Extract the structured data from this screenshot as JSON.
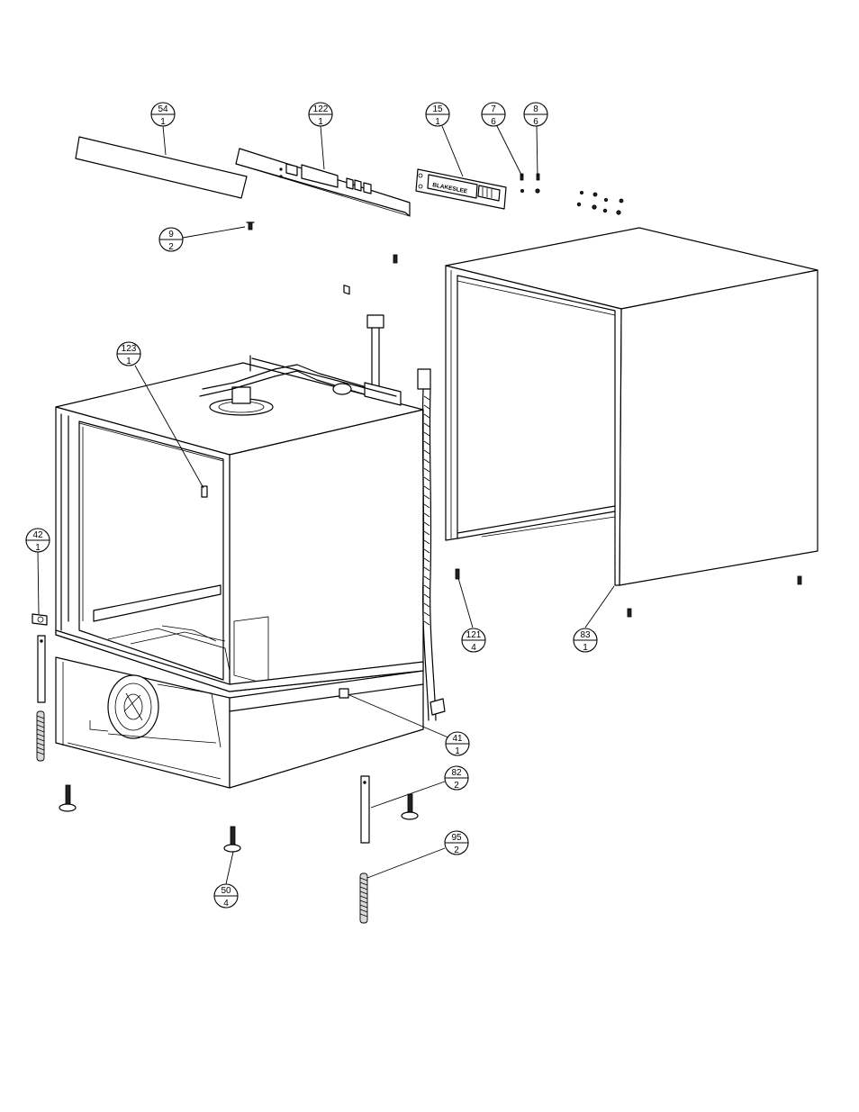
{
  "brand_label": "BLAKESLEE",
  "callouts": [
    {
      "id": "c54",
      "item": "54",
      "qty": "1"
    },
    {
      "id": "c122",
      "item": "122",
      "qty": "1"
    },
    {
      "id": "c15",
      "item": "15",
      "qty": "1"
    },
    {
      "id": "c7",
      "item": "7",
      "qty": "6"
    },
    {
      "id": "c8",
      "item": "8",
      "qty": "6"
    },
    {
      "id": "c9",
      "item": "9",
      "qty": "2"
    },
    {
      "id": "c123",
      "item": "123",
      "qty": "1"
    },
    {
      "id": "c42",
      "item": "42",
      "qty": "1"
    },
    {
      "id": "c121",
      "item": "121",
      "qty": "4"
    },
    {
      "id": "c83",
      "item": "83",
      "qty": "1"
    },
    {
      "id": "c41",
      "item": "41",
      "qty": "1"
    },
    {
      "id": "c82",
      "item": "82",
      "qty": "2"
    },
    {
      "id": "c95",
      "item": "95",
      "qty": "2"
    },
    {
      "id": "c50",
      "item": "50",
      "qty": "4"
    }
  ]
}
